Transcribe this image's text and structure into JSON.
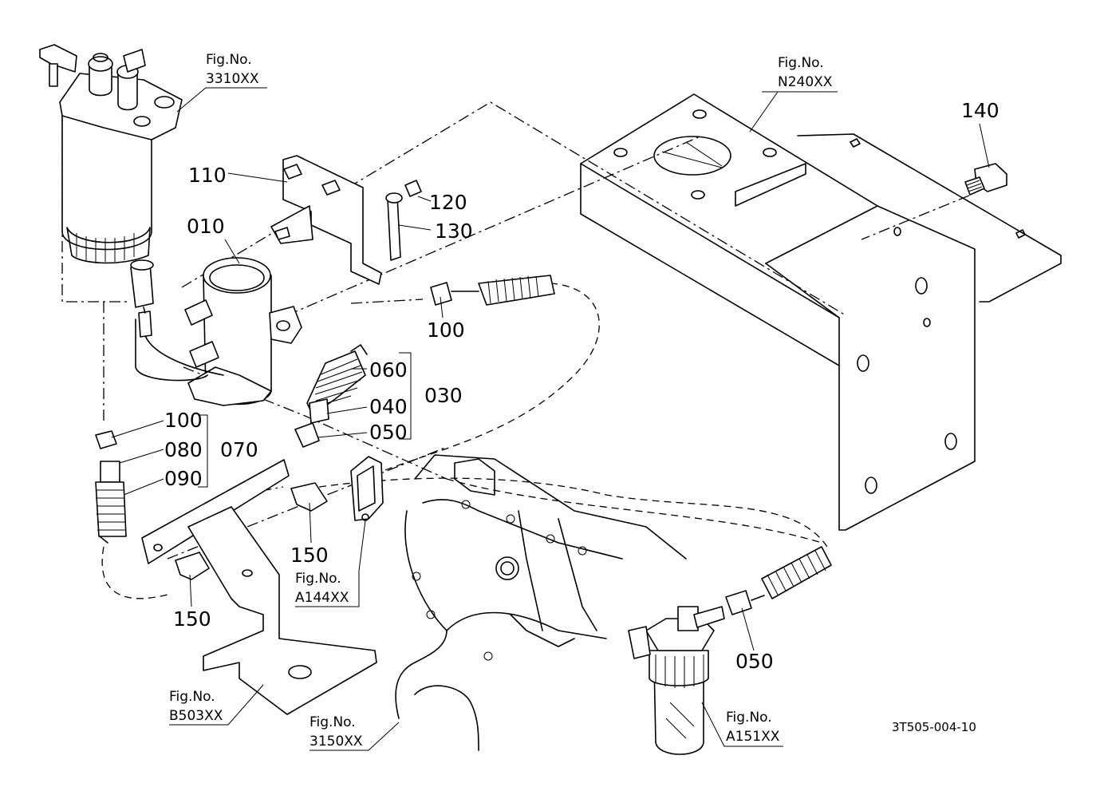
{
  "part_labels": {
    "p010": "010",
    "p030": "030",
    "p040": "040",
    "p050a": "050",
    "p050b": "050",
    "p060": "060",
    "p070": "070",
    "p080": "080",
    "p090": "090",
    "p100a": "100",
    "p100b": "100",
    "p110": "110",
    "p120": "120",
    "p130": "130",
    "p140": "140",
    "p150a": "150",
    "p150b": "150"
  },
  "figure_refs": {
    "fig3310": {
      "prefix": "Fig.No.",
      "code": "3310XX"
    },
    "figN240": {
      "prefix": "Fig.No.",
      "code": "N240XX"
    },
    "figA144": {
      "prefix": "Fig.No.",
      "code": "A144XX"
    },
    "figB503": {
      "prefix": "Fig.No.",
      "code": "B503XX"
    },
    "fig3150": {
      "prefix": "Fig.No.",
      "code": "3150XX"
    },
    "figA151": {
      "prefix": "Fig.No.",
      "code": "A151XX"
    }
  },
  "drawing_code": "3T505-004-10"
}
